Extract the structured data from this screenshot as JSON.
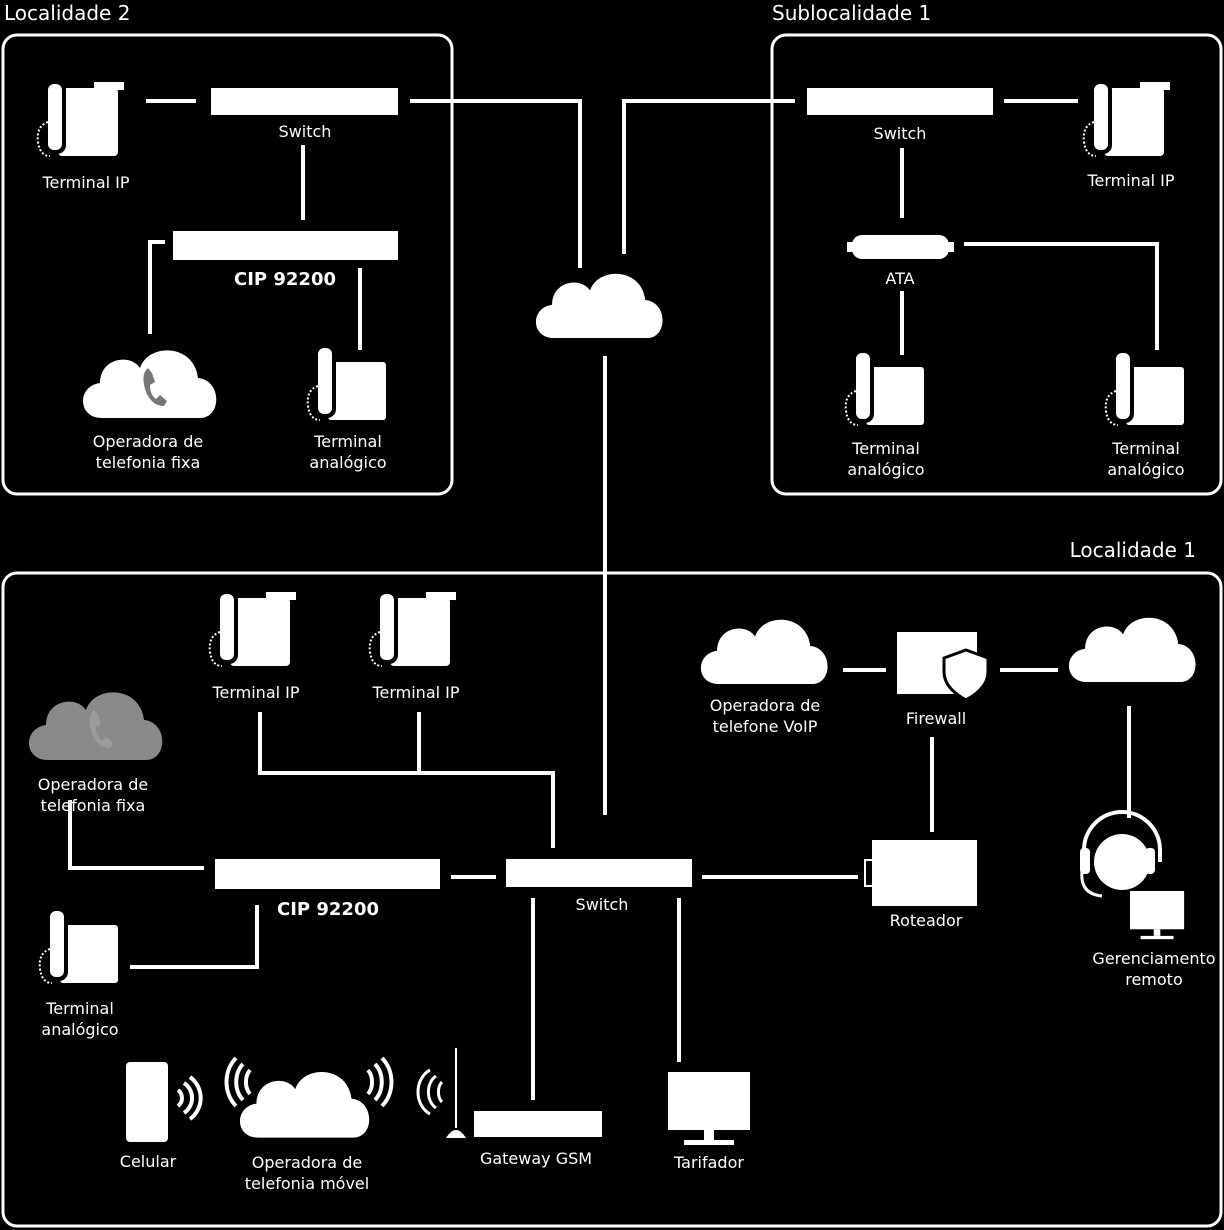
{
  "regions": {
    "localidade2": "Localidade 2",
    "sublocalidade1": "Sublocalidade 1",
    "localidade1": "Localidade 1"
  },
  "localidade2": {
    "switch": "Switch",
    "terminal_ip": "Terminal IP",
    "cip": "CIP 92200",
    "operadora_fixa_1": "Operadora de",
    "operadora_fixa_2": "telefonia fixa",
    "terminal_analogico_1": "Terminal",
    "terminal_analogico_2": "analógico"
  },
  "sublocalidade1": {
    "switch": "Switch",
    "terminal_ip": "Terminal IP",
    "ata": "ATA",
    "terminal_analogico_a_1": "Terminal",
    "terminal_analogico_a_2": "analógico",
    "terminal_analogico_b_1": "Terminal",
    "terminal_analogico_b_2": "analógico"
  },
  "localidade1": {
    "terminal_ip_a": "Terminal IP",
    "terminal_ip_b": "Terminal IP",
    "operadora_fixa_1": "Operadora de",
    "operadora_fixa_2": "telefonia fixa",
    "cip": "CIP 92200",
    "switch": "Switch",
    "terminal_analogico_1": "Terminal",
    "terminal_analogico_2": "analógico",
    "celular": "Celular",
    "operadora_movel_1": "Operadora de",
    "operadora_movel_2": "telefonia móvel",
    "gateway_gsm": "Gateway GSM",
    "tarifador": "Tarifador",
    "operadora_voip_1": "Operadora de",
    "operadora_voip_2": "telefone VoIP",
    "firewall": "Firewall",
    "roteador": "Roteador",
    "gerenciamento_1": "Gerenciamento",
    "gerenciamento_2": "remoto"
  },
  "icons": {
    "phone": "ip-phone-icon",
    "analog": "analog-phone-icon",
    "cloud": "cloud-icon",
    "monitor": "monitor-icon",
    "headset": "headset-icon",
    "shield": "shield-icon",
    "antenna": "antenna-icon",
    "mobile": "mobile-phone-icon"
  },
  "colors": {
    "background": "#000000",
    "foreground": "#ffffff",
    "muted_cloud": "#8a8a8a"
  }
}
